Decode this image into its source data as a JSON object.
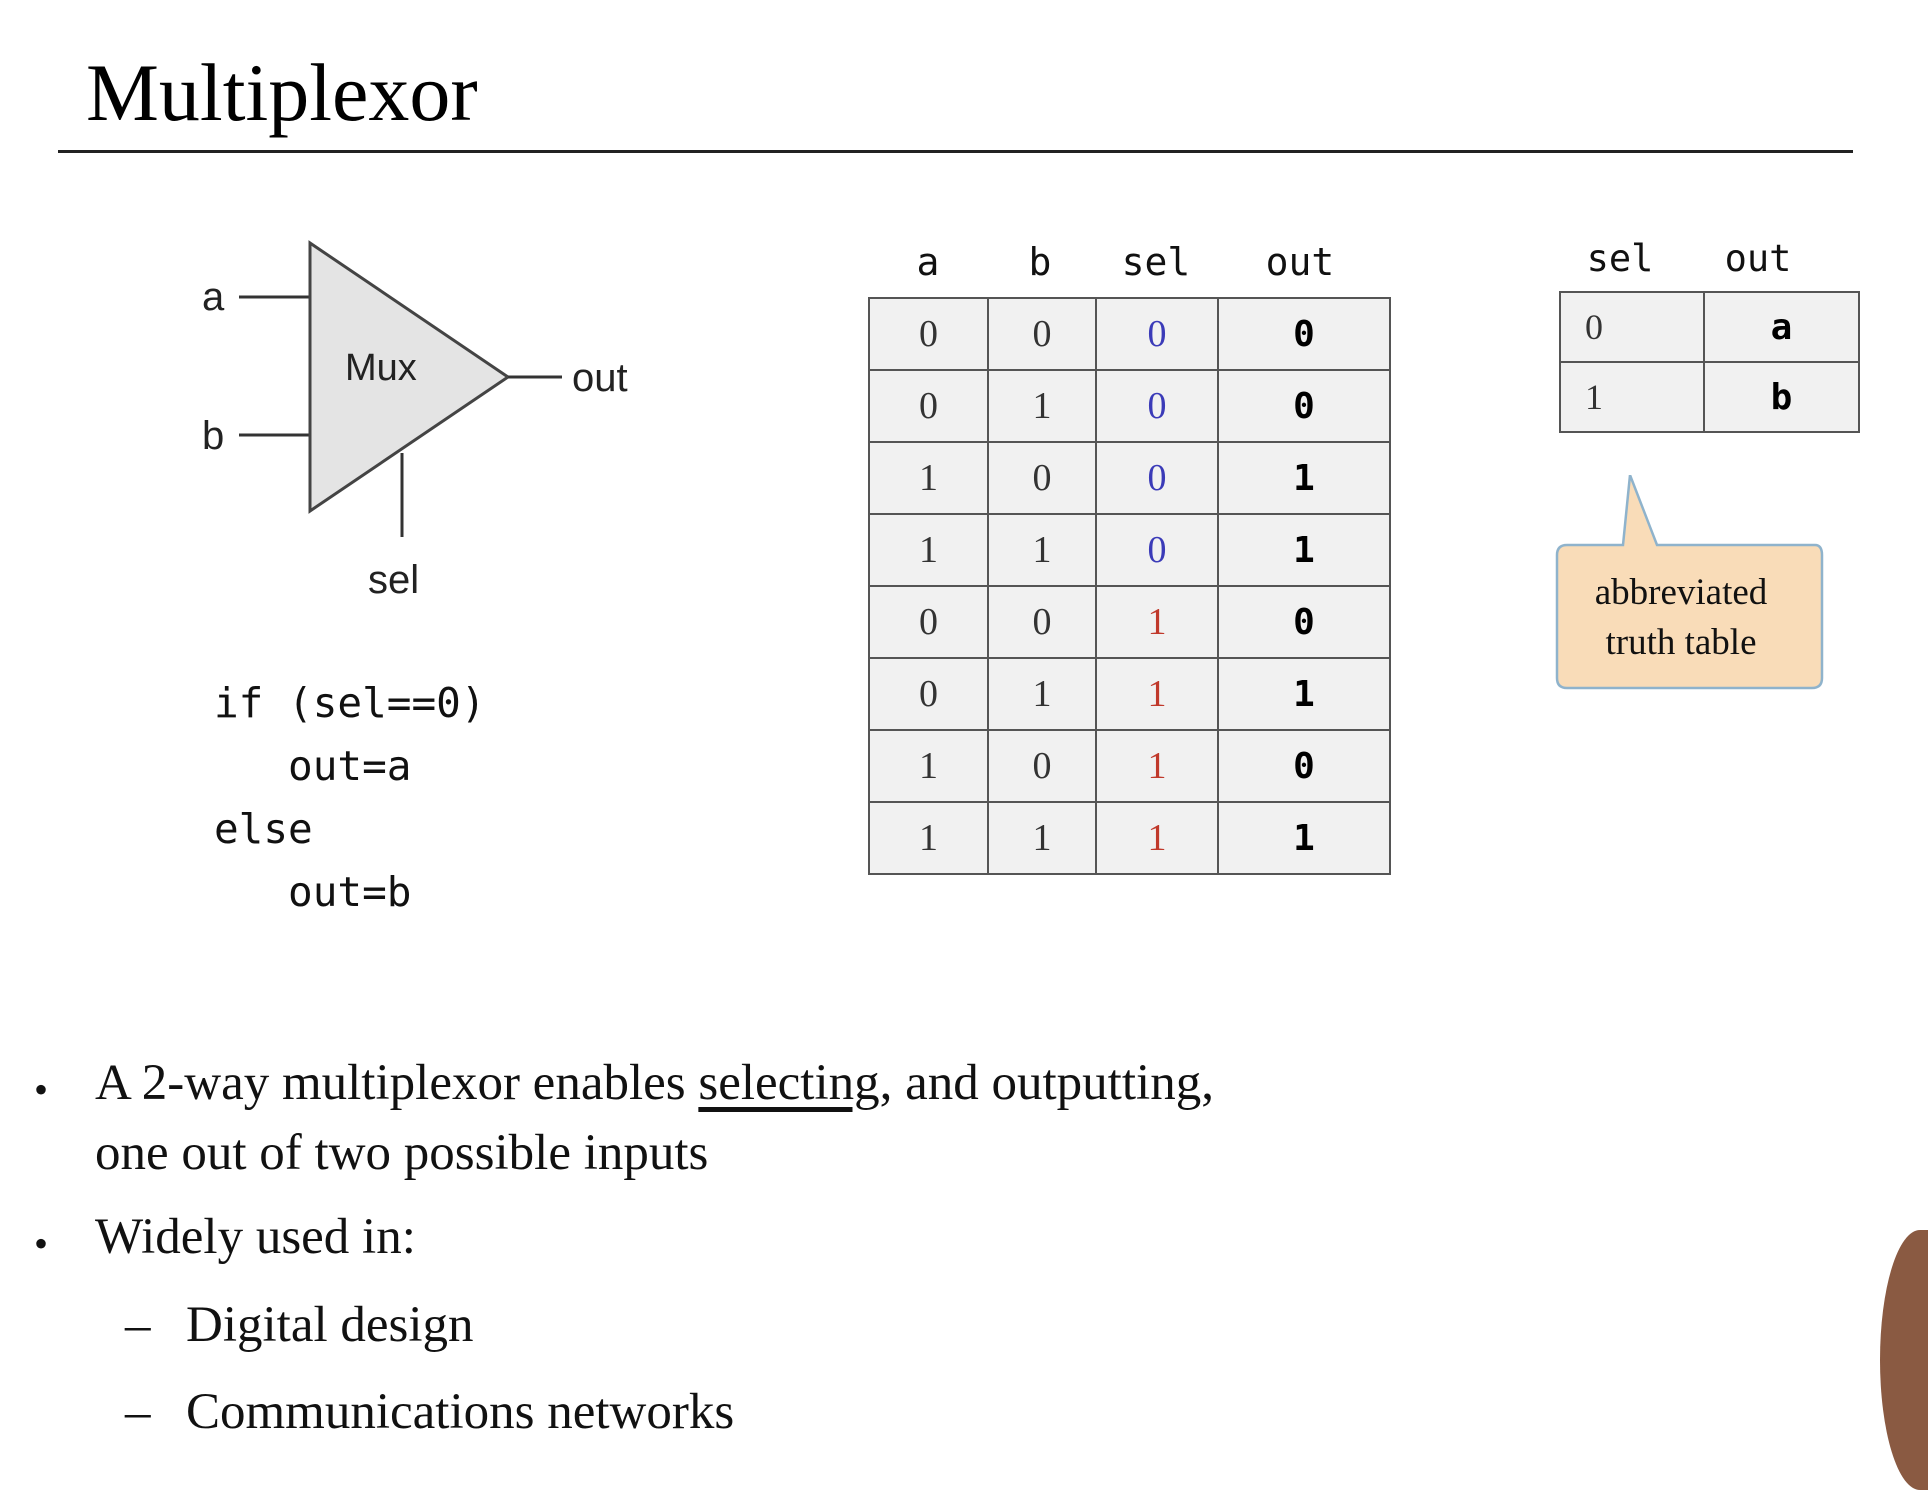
{
  "title": "Multiplexor",
  "diagram": {
    "input_a": "a",
    "input_b": "b",
    "block_label": "Mux",
    "output_label": "out",
    "select_label": "sel"
  },
  "code": [
    "if (sel==0)",
    "   out=a",
    "else",
    "   out=b"
  ],
  "truth_table": {
    "headers": [
      "a",
      "b",
      "sel",
      "out"
    ],
    "rows": [
      [
        "0",
        "0",
        "0",
        "0"
      ],
      [
        "0",
        "1",
        "0",
        "0"
      ],
      [
        "1",
        "0",
        "0",
        "1"
      ],
      [
        "1",
        "1",
        "0",
        "1"
      ],
      [
        "0",
        "0",
        "1",
        "0"
      ],
      [
        "0",
        "1",
        "1",
        "1"
      ],
      [
        "1",
        "0",
        "1",
        "0"
      ],
      [
        "1",
        "1",
        "1",
        "1"
      ]
    ],
    "sel0_color": "#3b3bb8",
    "sel1_color": "#c0392b"
  },
  "abbreviated_table": {
    "headers": [
      "sel",
      "out"
    ],
    "rows": [
      [
        "0",
        "a"
      ],
      [
        "1",
        "b"
      ]
    ]
  },
  "callout": {
    "line1": "abbreviated",
    "line2": "truth table",
    "fill": "#f9dcb8",
    "stroke": "#8fb3cc"
  },
  "bullets": {
    "b1_pre": "A 2-way multiplexor enables ",
    "b1_underlined": "selecting",
    "b1_post": ", and outputting,",
    "b1_line2": "one out of two possible inputs",
    "b2": "Widely used in:",
    "sub1": "Digital design",
    "sub2": "Communications networks",
    "bullet_char": "•",
    "dash_char": "–"
  }
}
